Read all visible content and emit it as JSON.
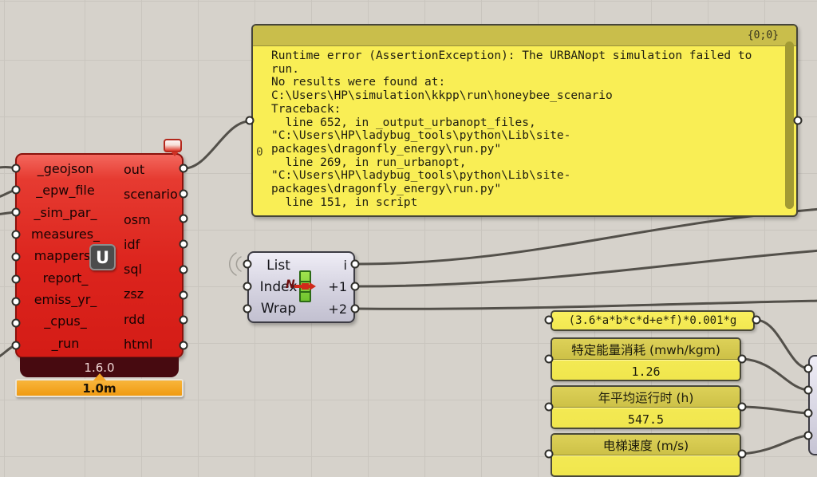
{
  "error_panel": {
    "path_tag": "{0;0}",
    "gutter_index": "0",
    "lines": [
      "Runtime error (AssertionException): The URBANopt simulation failed to",
      "run.",
      "No results were found at:",
      "C:\\Users\\HP\\simulation\\kkpp\\run\\honeybee_scenario",
      "",
      "Traceback:",
      "  line 652, in _output_urbanopt_files,",
      "\"C:\\Users\\HP\\ladybug_tools\\python\\Lib\\site-",
      "packages\\dragonfly_energy\\run.py\"",
      "  line 269, in run_urbanopt,",
      "\"C:\\Users\\HP\\ladybug_tools\\python\\Lib\\site-",
      "packages\\dragonfly_energy\\run.py\"",
      "  line 151, in script"
    ]
  },
  "urbanopt": {
    "icon_letter": "U",
    "inputs": [
      "_geojson",
      "_epw_file",
      "_sim_par_",
      "measures_",
      "mappers_",
      "report_",
      "emiss_yr_",
      "_cpus_",
      "_run"
    ],
    "outputs": [
      "out",
      "scenario",
      "osm",
      "idf",
      "sql",
      "zsz",
      "rdd",
      "html"
    ],
    "version": "1.6.0",
    "tag": "1.0m"
  },
  "list_item": {
    "icon_letter": "N",
    "inputs": [
      "List",
      "Index",
      "Wrap"
    ],
    "outputs": [
      "i",
      "+1",
      "+2"
    ]
  },
  "formula_panel": {
    "text": "(3.6*a*b*c*d+e*f)*0.001*g"
  },
  "metric_panels": [
    {
      "title": "特定能量消耗 (mwh/kgm)",
      "value": "1.26"
    },
    {
      "title": "年平均运行时 (h)",
      "value": "547.5"
    },
    {
      "title": "电梯速度 (m/s)",
      "value": ""
    }
  ],
  "colors": {
    "canvas_bg": "#d6d2cb",
    "panel_yellow": "#f9ee55",
    "panel_header": "#c9be4b",
    "component_red": "#dc241d",
    "version_bar": "#470a10",
    "tag_orange": "#f0a21d",
    "wire": "#53504a"
  }
}
